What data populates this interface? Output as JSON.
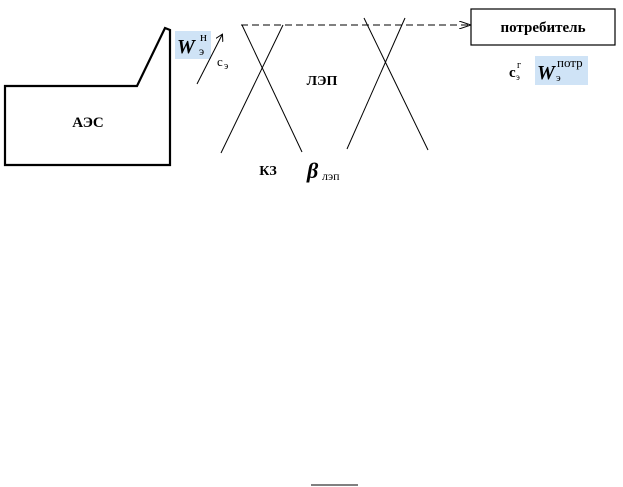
{
  "diagram": {
    "nodes": {
      "power_plant": "АЭС",
      "consumer": "потребитель",
      "line": "ЛЭП",
      "short_circuit": "КЗ"
    },
    "symbols": {
      "w_nominal": {
        "base": "W",
        "sup": "н",
        "sub": "э"
      },
      "c_e": "c",
      "c_e_sub": "э",
      "c_consumer": "c",
      "c_consumer_sup": "г",
      "c_consumer_sub": "э",
      "w_consumer": {
        "base": "W",
        "sup": "потр",
        "sub": "э"
      },
      "beta_line": {
        "base": "β",
        "sub": "лэп"
      }
    },
    "highlight_color": "#cfe3f6"
  }
}
